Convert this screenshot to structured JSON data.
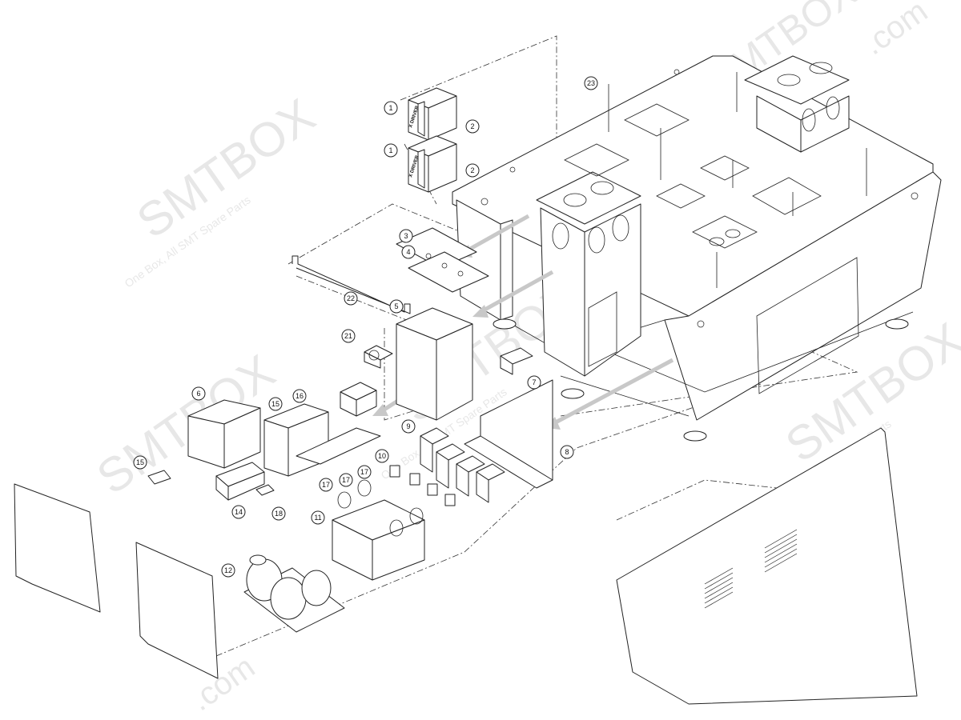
{
  "diagram": {
    "callouts": [
      {
        "id": "c1a",
        "label": "1"
      },
      {
        "id": "c2a",
        "label": "2"
      },
      {
        "id": "c1b",
        "label": "1"
      },
      {
        "id": "c2b",
        "label": "2"
      },
      {
        "id": "c3",
        "label": "3"
      },
      {
        "id": "c4",
        "label": "4"
      },
      {
        "id": "c5",
        "label": "5"
      },
      {
        "id": "c6",
        "label": "6"
      },
      {
        "id": "c7",
        "label": "7"
      },
      {
        "id": "c8",
        "label": "8"
      },
      {
        "id": "c9",
        "label": "9"
      },
      {
        "id": "c10",
        "label": "10"
      },
      {
        "id": "c11",
        "label": "11"
      },
      {
        "id": "c12",
        "label": "12"
      },
      {
        "id": "c14",
        "label": "14"
      },
      {
        "id": "c15a",
        "label": "15"
      },
      {
        "id": "c15b",
        "label": "15"
      },
      {
        "id": "c16",
        "label": "16"
      },
      {
        "id": "c17a",
        "label": "17"
      },
      {
        "id": "c17b",
        "label": "17"
      },
      {
        "id": "c17c",
        "label": "17"
      },
      {
        "id": "c18",
        "label": "18"
      },
      {
        "id": "c21",
        "label": "21"
      },
      {
        "id": "c22",
        "label": "22"
      },
      {
        "id": "c23",
        "label": "23"
      }
    ],
    "driver_label": "X DRIVER",
    "watermark": {
      "brand": "SMTBOX",
      "suffix": ".com",
      "tagline": "One Box, All SMT Spare Parts"
    }
  }
}
